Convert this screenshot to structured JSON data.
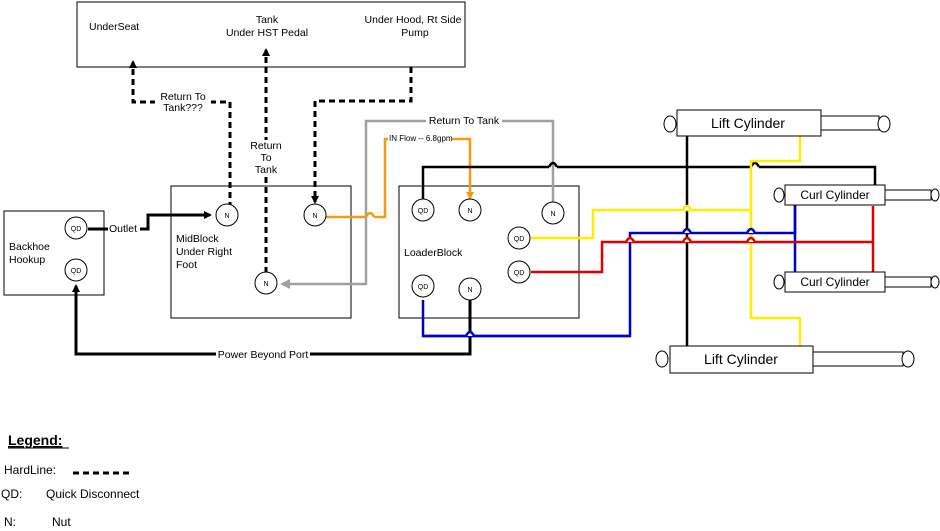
{
  "diagram": {
    "tank_box": {
      "under_seat": "UnderSeat",
      "tank_line1": "Tank",
      "tank_line2": "Under HST Pedal",
      "hood_line1": "Under Hood, Rt Side",
      "hood_line2": "Pump"
    },
    "backhoe": {
      "line1": "Backhoe",
      "line2": "Hookup"
    },
    "midblock": {
      "line1": "MidBlock",
      "line2": "Under Right",
      "line3": "Foot"
    },
    "loaderblock": {
      "label": "LoaderBlock"
    },
    "ports": {
      "qd": "QD",
      "nut": "N"
    },
    "lines": {
      "outlet": "Outlet",
      "return_tank_q1": "Return To",
      "return_tank_q2": "Tank???",
      "return_v1": "Return",
      "return_v2": "To",
      "return_v3": "Tank",
      "return_to_tank": "Return To Tank",
      "in_flow": "IN Flow -- 6.8gpm",
      "power_beyond": "Power Beyond Port"
    },
    "cylinders": {
      "lift_top": "Lift Cylinder",
      "lift_bottom": "Lift Cylinder",
      "curl_top": "Curl Cylinder",
      "curl_bottom": "Curl Cylinder"
    },
    "colors": {
      "hardline": "#000000",
      "return": "#a0a0a0",
      "inflow": "#f39c12",
      "yellow": "#ffee00",
      "blue": "#0000cc",
      "red": "#e00000"
    }
  },
  "legend": {
    "title": "Legend:",
    "hardline_label": "HardLine:",
    "qd_key": "QD:",
    "qd_value": "Quick Disconnect",
    "n_key": "N:",
    "n_value": "Nut"
  }
}
